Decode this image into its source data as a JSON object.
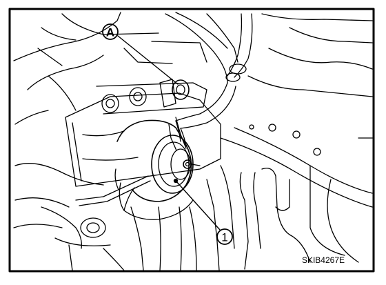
{
  "callouts": {
    "a": {
      "label": "A",
      "description": "bolt"
    },
    "one": {
      "label": "1",
      "description": "horn"
    }
  },
  "reference_code": "SKIB4267E",
  "colors": {
    "ink": "#000000",
    "paper": "#ffffff"
  }
}
